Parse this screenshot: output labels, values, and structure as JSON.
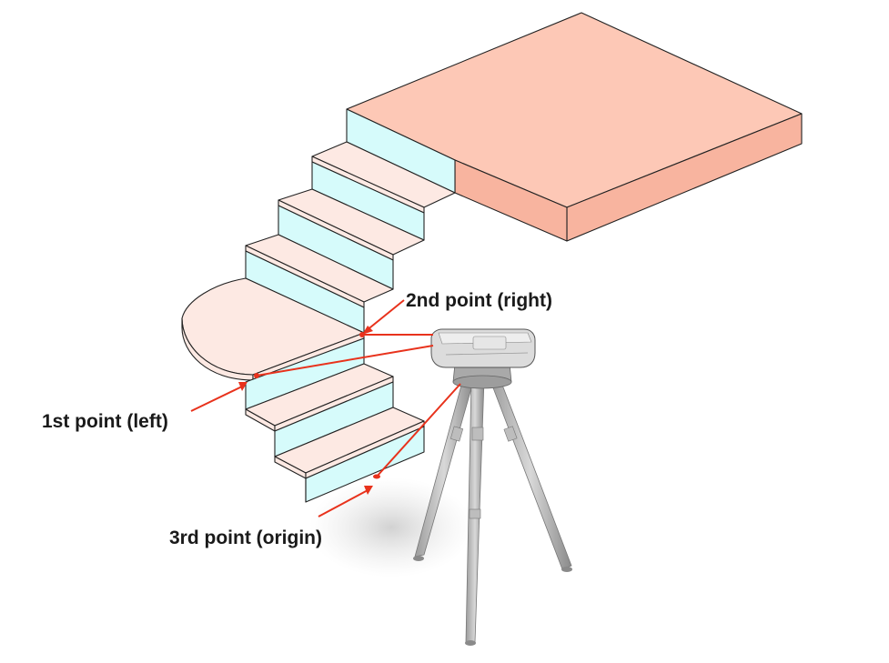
{
  "labels": {
    "second_point": "2nd point (right)",
    "first_point": "1st point (left)",
    "third_point": "3rd point (origin)"
  },
  "colors": {
    "landing_top": "#fdc8b6",
    "landing_side": "#f8b49f",
    "riser": "#d6fbfb",
    "tread": "#fde9e3",
    "pointer": "#e8321c",
    "device": "#dcdcdc"
  },
  "icons": {
    "device": "laser-measuring-device-icon",
    "tripod": "tripod-icon"
  }
}
